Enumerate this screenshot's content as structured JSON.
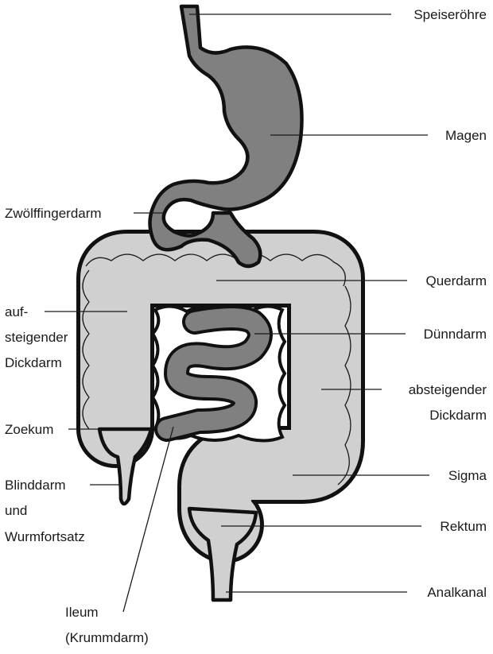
{
  "labels": {
    "speiseroehre": "Speiseröhre",
    "magen": "Magen",
    "zwoelffingerdarm": "Zwölffingerdarm",
    "querdarm": "Querdarm",
    "aufsteigender_1": "auf-",
    "aufsteigender_2": "steigender",
    "aufsteigender_3": "Dickdarm",
    "duenndarm": "Dünndarm",
    "absteigender_1": "absteigender",
    "absteigender_2": "Dickdarm",
    "zoekum": "Zoekum",
    "blinddarm_1": "Blinddarm",
    "blinddarm_2": "und",
    "blinddarm_3": "Wurmfortsatz",
    "sigma": "Sigma",
    "rektum": "Rektum",
    "analkanal": "Analkanal",
    "ileum_1": "Ileum",
    "ileum_2": "(Krummdarm)"
  },
  "colors": {
    "stomach": "#808080",
    "colon": "#d0d0d0",
    "outline": "#111111",
    "background": "#ffffff"
  }
}
